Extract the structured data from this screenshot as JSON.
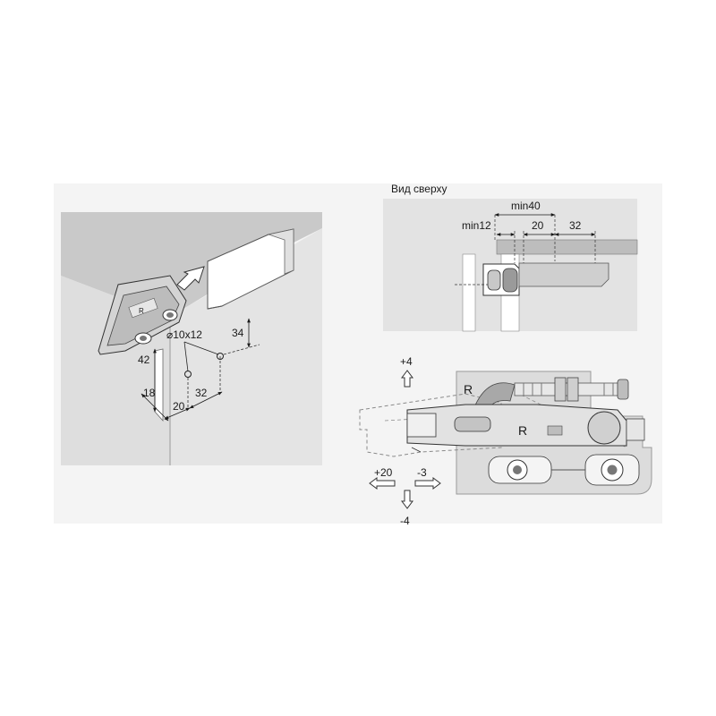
{
  "left_view": {
    "hole_label": "⌀10x12",
    "dim_34": "34",
    "dim_42": "42",
    "dim_18": "18",
    "dim_20": "20",
    "dim_32": "32",
    "bracket_letter": "R"
  },
  "top_view": {
    "caption": "Вид сверху",
    "dim_min40": "min40",
    "dim_min12": "min12",
    "dim_20": "20",
    "dim_32": "32"
  },
  "adjust_view": {
    "plus4": "+4",
    "minus4": "-4",
    "plus20": "+20",
    "minus3": "-3",
    "letter_top": "R",
    "letter_mid": "R"
  },
  "colors": {
    "wall_dark": "#c8c8c8",
    "wall_light": "#e2e2e2",
    "metal": "#d6d6d6",
    "line": "#3a3a3a"
  }
}
